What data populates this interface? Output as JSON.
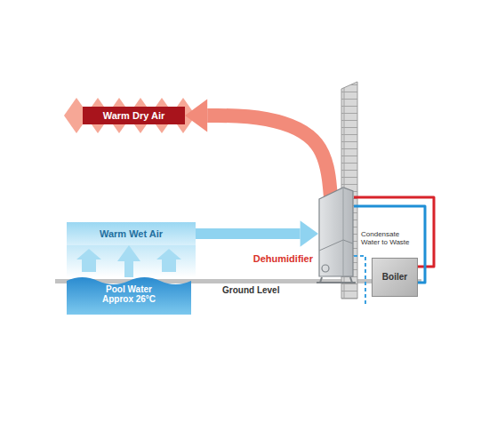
{
  "diagram": {
    "nodes": [
      {
        "text": [
          "Warm Dry Air"
        ]
      },
      {
        "text": [
          "Warm Wet Air"
        ]
      },
      {
        "text": [
          "Pool Water Approx 26°C"
        ]
      },
      {
        "text": [
          "Dehumidifier"
        ]
      },
      {
        "text": [
          "Boiler"
        ]
      }
    ],
    "edges": [
      {
        "from": 2,
        "to": 1,
        "arrow": "to"
      },
      {
        "from": 1,
        "to": 3,
        "arrow": "to"
      },
      {
        "from": 3,
        "to": 0,
        "arrow": "to"
      },
      {
        "from": 3,
        "to": 4,
        "arrow": "none"
      },
      {
        "from": 3,
        "to": 4,
        "arrow": "none"
      }
    ],
    "labels": [
      "Ground Level",
      "Condensate Water to Waste"
    ]
  }
}
